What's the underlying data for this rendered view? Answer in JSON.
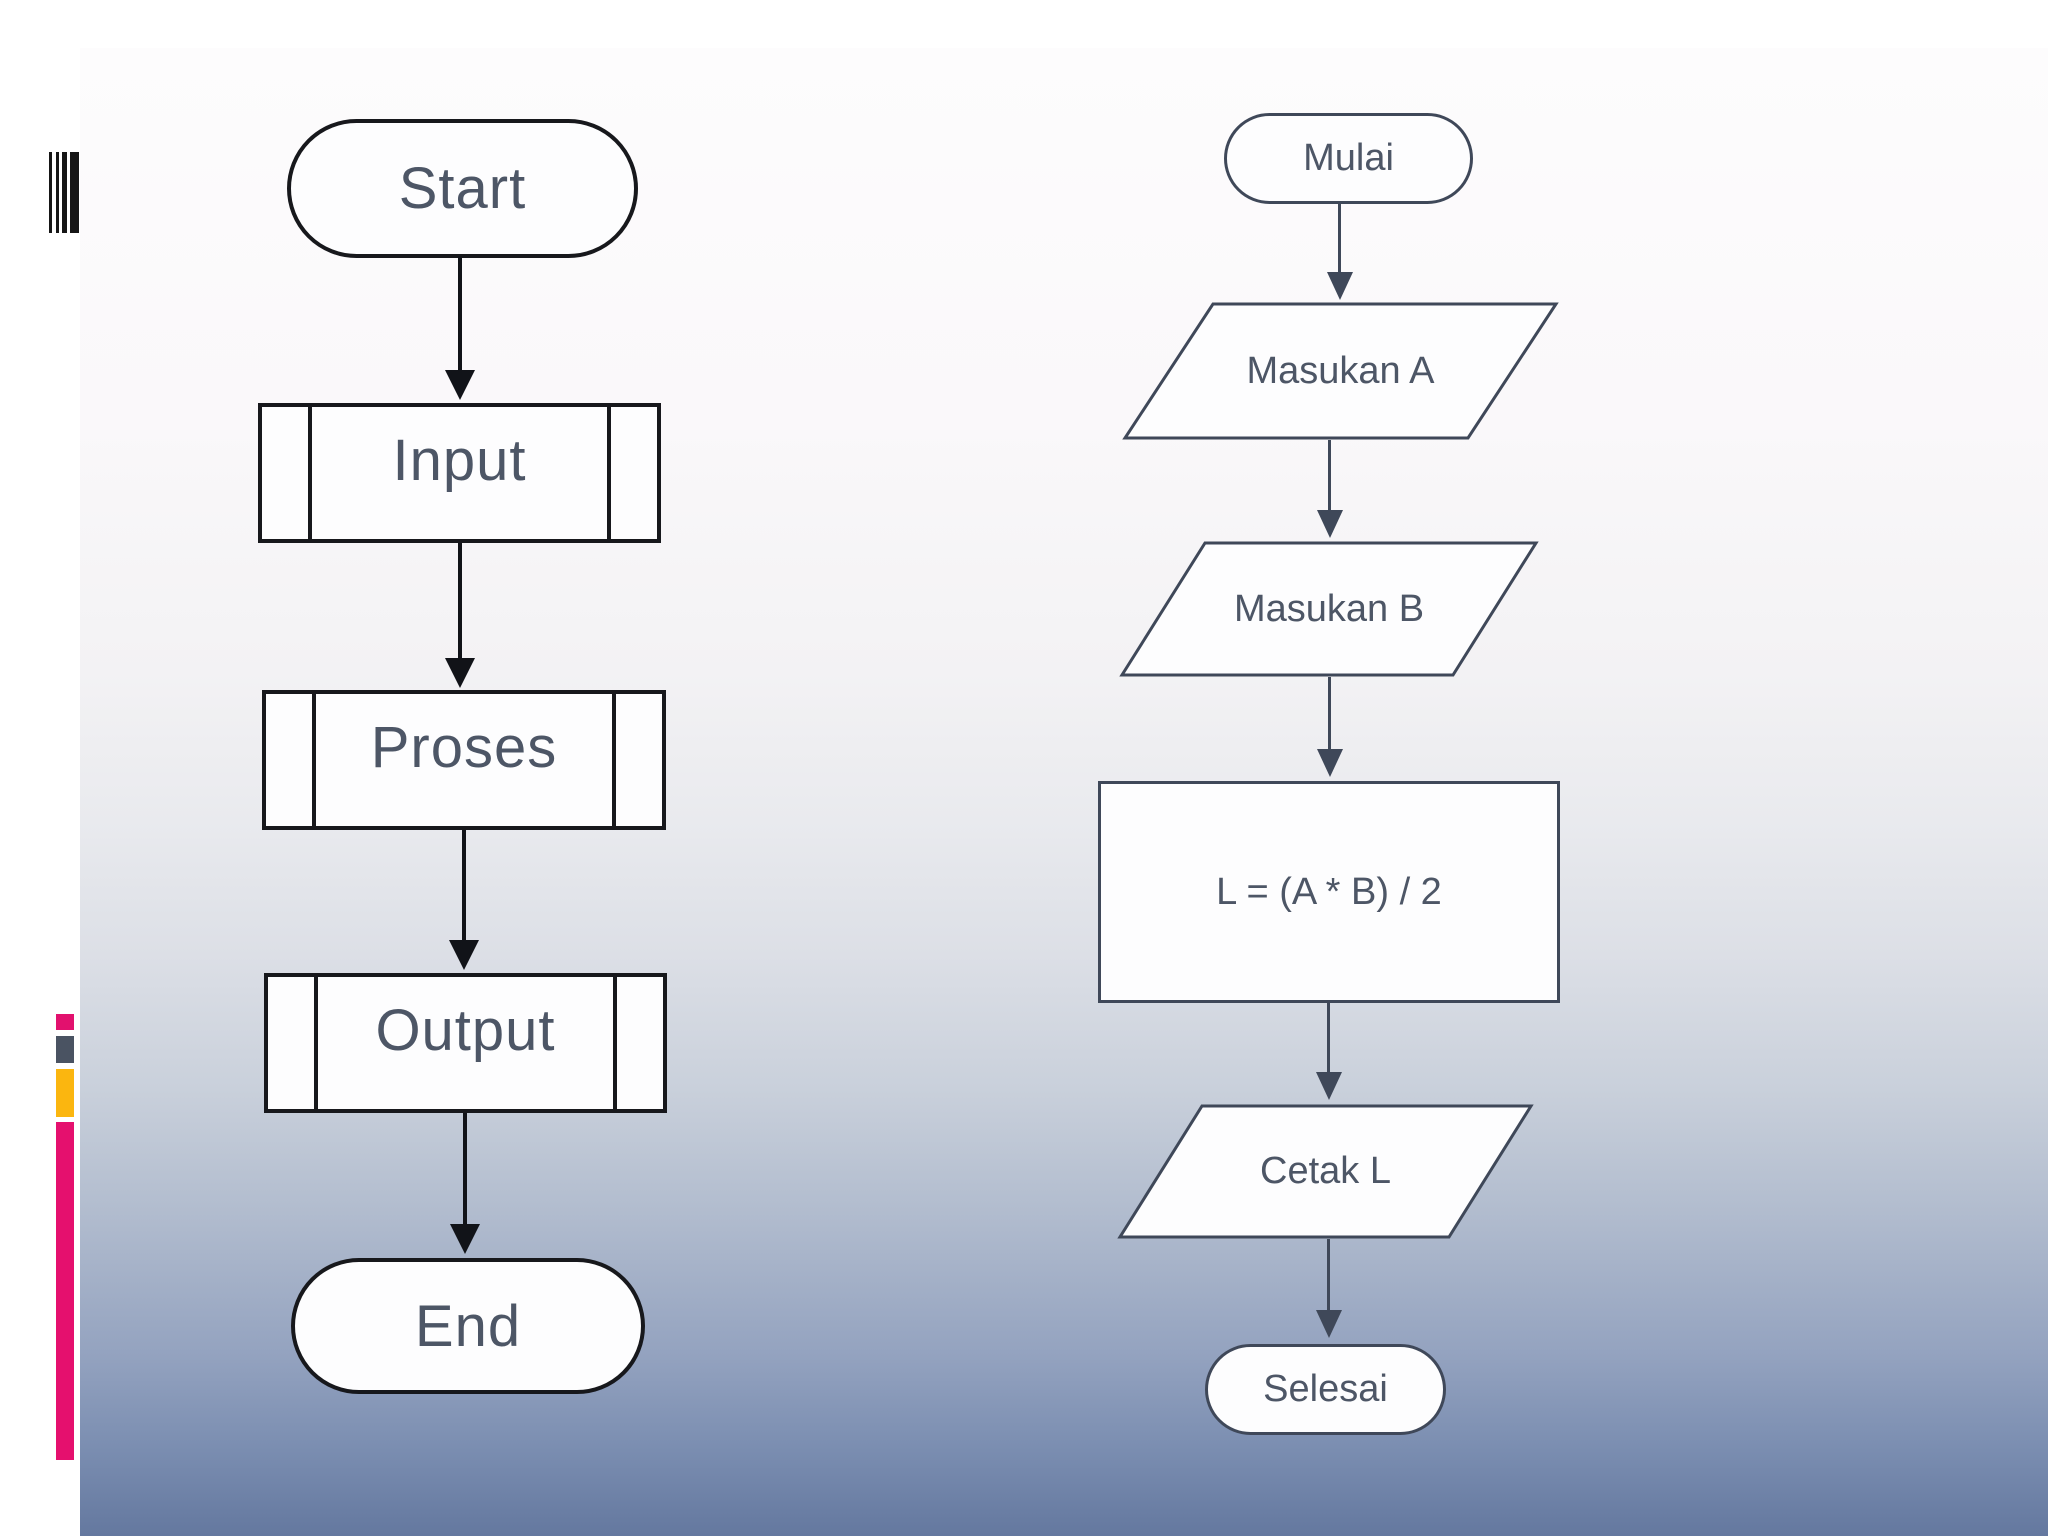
{
  "slide": {
    "background": {
      "margin_color": "#ffffff",
      "gradient_top": "#fdfcfd",
      "gradient_bottom": "#64789f"
    }
  },
  "decorations": {
    "barcode_color": "#161616",
    "accents": {
      "pink_square": "#e2116e",
      "slate_square": "#4a5362",
      "amber_square": "#fbb60f",
      "magenta_bar": "#e5106e"
    }
  },
  "left_flowchart": {
    "stroke_color": "#17181c",
    "text_color": "#4d5666",
    "nodes": [
      {
        "id": "start",
        "type": "terminator",
        "label": "Start"
      },
      {
        "id": "input",
        "type": "predefined-process",
        "label": "Input"
      },
      {
        "id": "proses",
        "type": "predefined-process",
        "label": "Proses"
      },
      {
        "id": "output",
        "type": "predefined-process",
        "label": "Output"
      },
      {
        "id": "end",
        "type": "terminator",
        "label": "End"
      }
    ]
  },
  "right_flowchart": {
    "stroke_color": "#3f4859",
    "text_color": "#4d5666",
    "nodes": [
      {
        "id": "mulai",
        "type": "terminator",
        "label": "Mulai"
      },
      {
        "id": "masukan-a",
        "type": "input-output",
        "label": "Masukan A"
      },
      {
        "id": "masukan-b",
        "type": "input-output",
        "label": "Masukan B"
      },
      {
        "id": "rumus",
        "type": "process",
        "label": "L = (A * B) / 2"
      },
      {
        "id": "cetak-l",
        "type": "input-output",
        "label": "Cetak L"
      },
      {
        "id": "selesai",
        "type": "terminator",
        "label": "Selesai"
      }
    ]
  }
}
